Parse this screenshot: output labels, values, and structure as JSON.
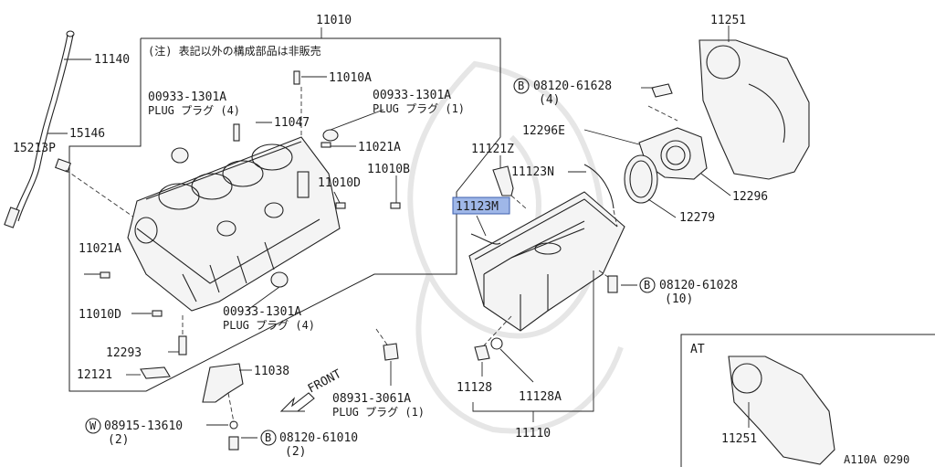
{
  "diagram": {
    "note": "(注) 表記以外の構成部品は非販売",
    "figure_code": "A110A 0290",
    "at_label": "AT",
    "highlight_color": "#9fb7e8",
    "parts": {
      "p11010": "11010",
      "p11140": "11140",
      "p15146": "15146",
      "p15213P": "15213P",
      "p11010A": "11010A",
      "plug_a_num": "00933-1301A",
      "plug_a_txt": "PLUG プラグ (4)",
      "plug_b_num": "00933-1301A",
      "plug_b_txt": "PLUG プラグ (1)",
      "p11047": "11047",
      "p11021A_top": "11021A",
      "p11010B": "11010B",
      "p11010D_top": "11010D",
      "p11021A_left": "11021A",
      "p11010D_left": "11010D",
      "plug_c_num": "00933-1301A",
      "plug_c_txt": "PLUG プラグ (4)",
      "p12293": "12293",
      "p12121": "12121",
      "p11038": "11038",
      "front": "FRONT",
      "plug_d_num": "08931-3061A",
      "plug_d_txt": "PLUG プラグ (1)",
      "bolt_a_sym": "W",
      "bolt_a_num": "08915-13610",
      "bolt_a_qty": "(2)",
      "bolt_b_sym": "B",
      "bolt_b_num": "08120-61010",
      "bolt_b_qty": "(2)",
      "p11251": "11251",
      "bolt_c_sym": "B",
      "bolt_c_num": "08120-61628",
      "bolt_c_qty": "(4)",
      "p12296E": "12296E",
      "p11121Z": "11121Z",
      "p11123N": "11123N",
      "p11123M": "11123M",
      "p12296": "12296",
      "p12279": "12279",
      "bolt_d_sym": "B",
      "bolt_d_num": "08120-61028",
      "bolt_d_qty": "(10)",
      "p11128": "11128",
      "p11128A": "11128A",
      "p11110": "11110",
      "p11251_at": "11251"
    }
  }
}
